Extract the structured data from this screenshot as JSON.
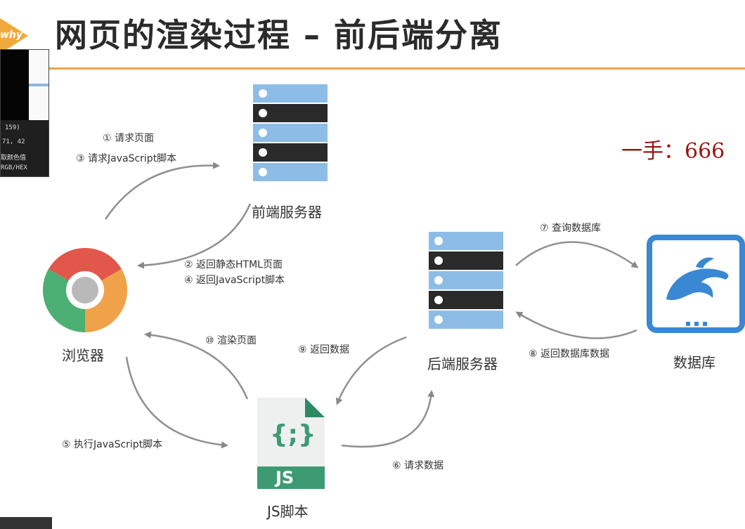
{
  "slide": {
    "title": "网页的渲染过程 – 前后端分离",
    "logo_text": "why",
    "overlay_note": "一手：666"
  },
  "color_picker": {
    "lines": [
      "159)",
      "71,  42",
      "取颜色值",
      "RGB/HEX"
    ]
  },
  "nodes": {
    "frontend_server": "前端服务器",
    "browser": "浏览器",
    "backend_server": "后端服务器",
    "database": "数据库",
    "js_file": "JS脚本",
    "js_badge": "JS",
    "js_glyph": "{;}"
  },
  "steps": {
    "s1": "① 请求页面",
    "s3": "③ 请求JavaScript脚本",
    "s2": "② 返回静态HTML页面",
    "s4": "④ 返回JavaScript脚本",
    "s7": "⑦ 查询数据库",
    "s8": "⑧ 返回数据库数据",
    "s10": "⑩ 渲染页面",
    "s9": "⑨ 返回数据",
    "s5": "⑤ 执行JavaScript脚本",
    "s6": "⑥ 请求数据"
  },
  "colors": {
    "accent": "#e9a545",
    "server_light": "#8dbde6",
    "server_dark": "#2a2a2a",
    "db_blue": "#3a87d3",
    "js_green": "#3e9a72",
    "note_red": "#9a1414"
  }
}
